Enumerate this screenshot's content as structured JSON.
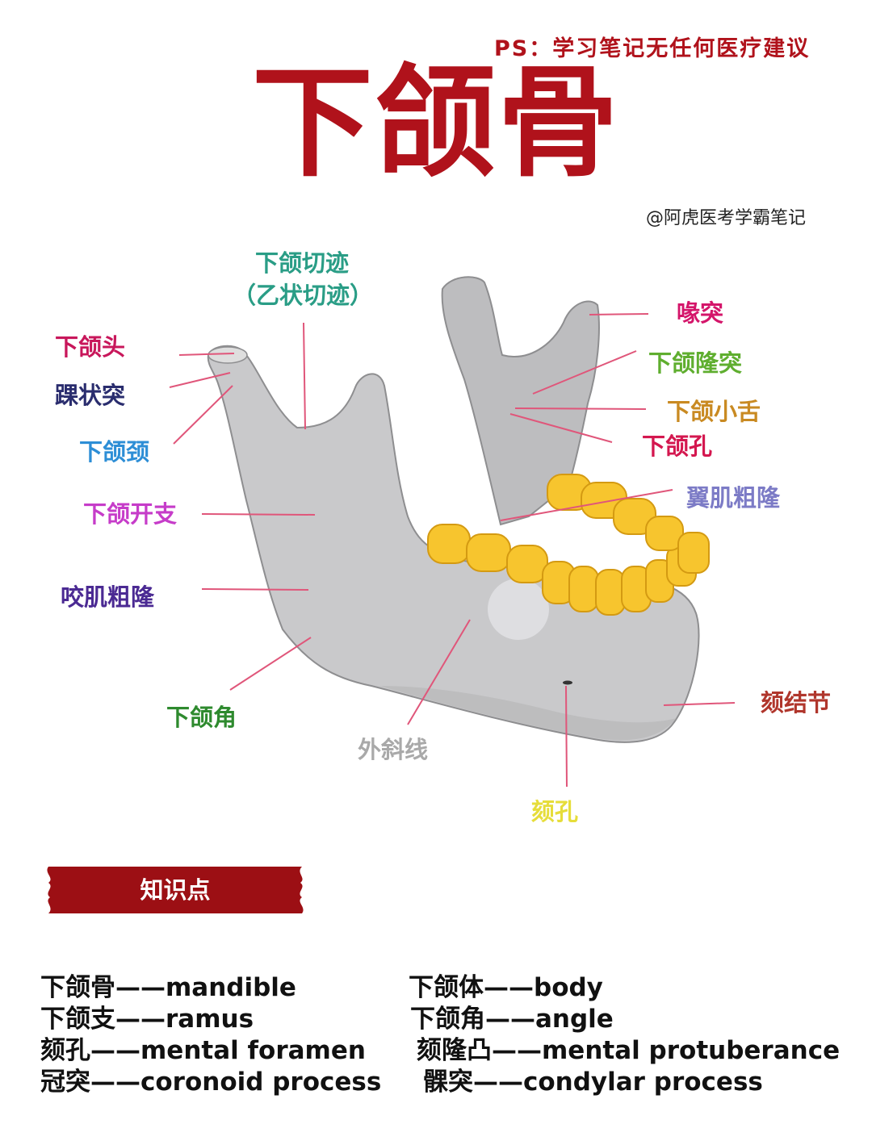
{
  "note": "PS：学习笔记无任何医疗建议",
  "title": "下颌骨",
  "credit": "@阿虎医考学霸笔记",
  "labels": {
    "notch_1": "下颌切迹",
    "notch_2": "（乙状切迹）",
    "head": "下颌头",
    "condyle": "踝状突",
    "neck": "下颌颈",
    "ramus": "下颌开支",
    "masseter": "咬肌粗隆",
    "angle": "下颌角",
    "oblique": "外斜线",
    "mental_foramen": "颏孔",
    "mental_tubercle": "颏结节",
    "pterygoid": "翼肌粗隆",
    "foramen": "下颌孔",
    "lingula": "下颌小舌",
    "torus": "下颌隆突",
    "coronoid": "喙突"
  },
  "colors": {
    "title": "#b0121b",
    "bone": "#c9c9cb",
    "teeth": "#f7c52e",
    "banner": "#9c0f14",
    "notch": "#2a9d86",
    "head": "#c8175b",
    "condyle": "#2a2d6e",
    "neck": "#2d8ed6",
    "ramus": "#c63cc9",
    "masseter": "#4b2a93",
    "angle": "#2e8a2e",
    "oblique": "#a9a9a9",
    "mental_foramen": "#e6dd3a",
    "mental_tubercle": "#b0362c",
    "pterygoid": "#7c7bc6",
    "foramen": "#d4174f",
    "lingula": "#c98a22",
    "torus": "#5fae2f",
    "coronoid": "#d4156a",
    "leader": "#e0567a"
  },
  "section_title": "知识点",
  "terms": [
    "下颌骨——mandible",
    "下颌支——ramus",
    "颏孔——mental foramen",
    "冠突——coronoid process",
    "下颌体——body",
    "下颌角——angle",
    "颏隆凸——mental protuberance",
    "髁突——condylar process"
  ]
}
